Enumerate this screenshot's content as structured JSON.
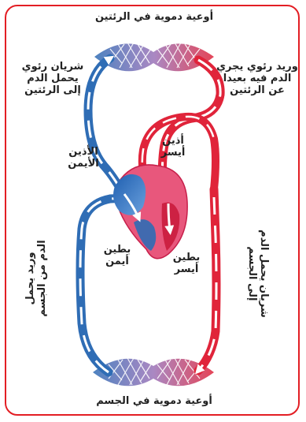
{
  "labels": {
    "lung_capillaries": "أوعية دموية في الرئتين",
    "pulmonary_artery": "شريان رئوي\nيحمل الدم\nإلى الرئتين",
    "pulmonary_vein": "وريد رئوي يجري\nالدم فيه بعيدا\nعن الرئتين",
    "left_atrium": "أذين\nأيسر",
    "right_atrium": "الأذين\nالأيمن",
    "right_ventricle": "بطين\nأيمن",
    "left_ventricle": "بطين\nأيسر",
    "vein_from_body": "وريد يحمل\nالدم من الجسم",
    "artery_to_body": "شريان يحمل الدم\nإلى الجسم",
    "body_capillaries": "أوعية دموية في الجسم"
  },
  "colors": {
    "frame": "#e31e24",
    "oxygenated": "#e0243a",
    "deoxygenated": "#2f6db5",
    "heart": "#e8577c",
    "capillary_net": "#8fa9d6"
  }
}
